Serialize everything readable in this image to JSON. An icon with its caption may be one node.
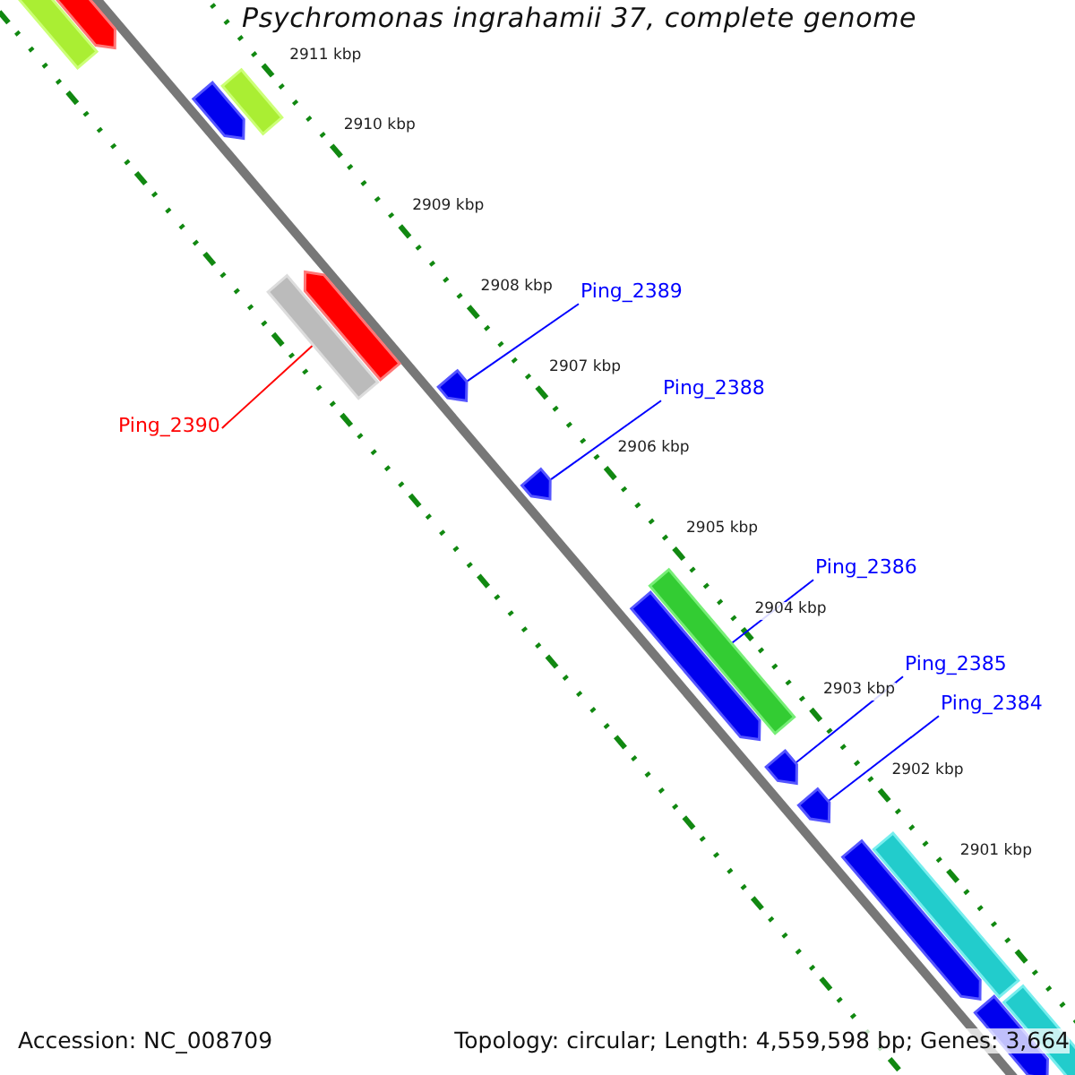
{
  "diagram": {
    "title": "Psychromonas ingrahamii 37, complete genome",
    "nodes": [
      {
        "text": [
          "Ping_2389"
        ]
      },
      {
        "text": [],
        "shape": "bar"
      },
      {
        "text": [
          "Ping_2388"
        ]
      },
      {
        "text": [],
        "shape": "bar"
      },
      {
        "text": [
          "Ping_2390"
        ]
      },
      {
        "text": [],
        "shape": "bar"
      },
      {
        "text": [
          "Ping_2386"
        ]
      },
      {
        "text": [],
        "shape": "bar"
      },
      {
        "text": [
          "Ping_2385"
        ]
      },
      {
        "text": [],
        "shape": "bar"
      },
      {
        "text": [
          "Ping_2384"
        ]
      },
      {
        "text": [],
        "shape": "bar"
      },
      {
        "text": [],
        "shape": "bar"
      },
      {
        "text": [],
        "shape": "bar"
      },
      {
        "text": [],
        "shape": "bar"
      },
      {
        "text": [],
        "shape": "bar"
      },
      {
        "text": [],
        "shape": "bar"
      },
      {
        "text": [],
        "shape": "bar"
      },
      {
        "text": [],
        "shape": "bar"
      },
      {
        "text": [],
        "shape": "bar"
      },
      {
        "text": [],
        "shape": "bar"
      },
      {
        "text": [],
        "shape": "bar"
      }
    ],
    "edges": [
      {
        "from": 0,
        "to": 1,
        "arrow": "none"
      },
      {
        "from": 2,
        "to": 3,
        "arrow": "none"
      },
      {
        "from": 4,
        "to": 5,
        "arrow": "none",
        "color": "#ff0000"
      },
      {
        "from": 6,
        "to": 7,
        "arrow": "none"
      },
      {
        "from": 8,
        "to": 9,
        "arrow": "none"
      },
      {
        "from": 10,
        "to": 11,
        "arrow": "none"
      }
    ],
    "labels": [
      "2911 kbp",
      "2910 kbp",
      "2909 kbp",
      "2908 kbp",
      "2907 kbp",
      "2906 kbp",
      "2905 kbp",
      "2904 kbp",
      "2903 kbp",
      "2902 kbp",
      "2901 kbp",
      "Accession: NC_008709",
      "Topology: circular; Length: 4,559,598 bp; Genes: 3,664"
    ]
  }
}
